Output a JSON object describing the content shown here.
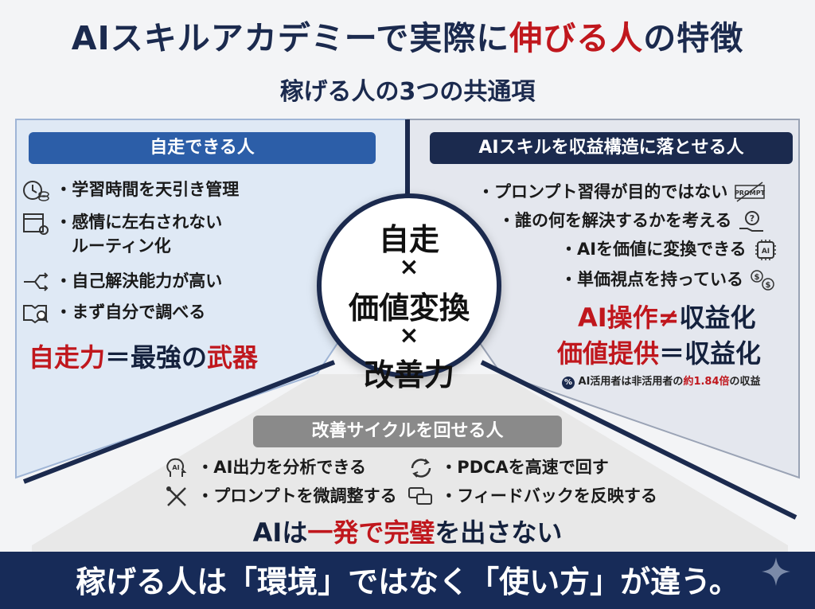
{
  "title": {
    "part1": "AIスキルアカデミーで実際に",
    "part2": "伸びる人",
    "part3": "の特徴"
  },
  "subtitle": "稼げる人の3つの共通項",
  "left_panel": {
    "header": "自走できる人",
    "items": [
      "・学習時間を天引き管理",
      "・感情に左右されない",
      "ルーティン化",
      "・自己解決能力が高い",
      "・まず自分で調べる"
    ],
    "tagline": {
      "part1": "自走力",
      "part2": "＝最強の",
      "part3": "武器"
    }
  },
  "right_panel": {
    "header": "AIスキルを収益構造に落とせる人",
    "items": [
      "・プロンプト習得が目的ではない",
      "・誰の何を解決するかを考える",
      "・AIを価値に変換できる",
      "・単価視点を持っている"
    ],
    "prompt_icon_text": "PROMPT",
    "ai_chip_text": "AI",
    "tagline1": {
      "part1": "AI操作≠",
      "part2": "収益化"
    },
    "tagline2": {
      "part1": "価値提供",
      "part2": "＝収益化"
    },
    "note": {
      "icon": "%",
      "part1": "AI活用者は非活用者の",
      "part2": "約1.84倍",
      "part3": "の収益"
    }
  },
  "center": {
    "line1": "自走",
    "x1": "×",
    "line2": "価値変換",
    "x2": "×",
    "line3": "改善力"
  },
  "bottom_panel": {
    "header": "改善サイクルを回せる人",
    "items": [
      "・AI出力を分析できる",
      "・PDCAを高速で回す",
      "・プロンプトを微調整する",
      "・フィードバックを反映する"
    ],
    "ai_head_text": "AI",
    "tagline": {
      "part1": "AIは",
      "part2": "一発で完璧",
      "part3": "を出さない"
    }
  },
  "footer": "稼げる人は「環境」ではなく「使い方」が違う。",
  "colors": {
    "navy": "#1b2a4e",
    "blue": "#2c5ea8",
    "gray": "#8a8a8a",
    "red": "#c0171d",
    "footer": "#172b58"
  }
}
